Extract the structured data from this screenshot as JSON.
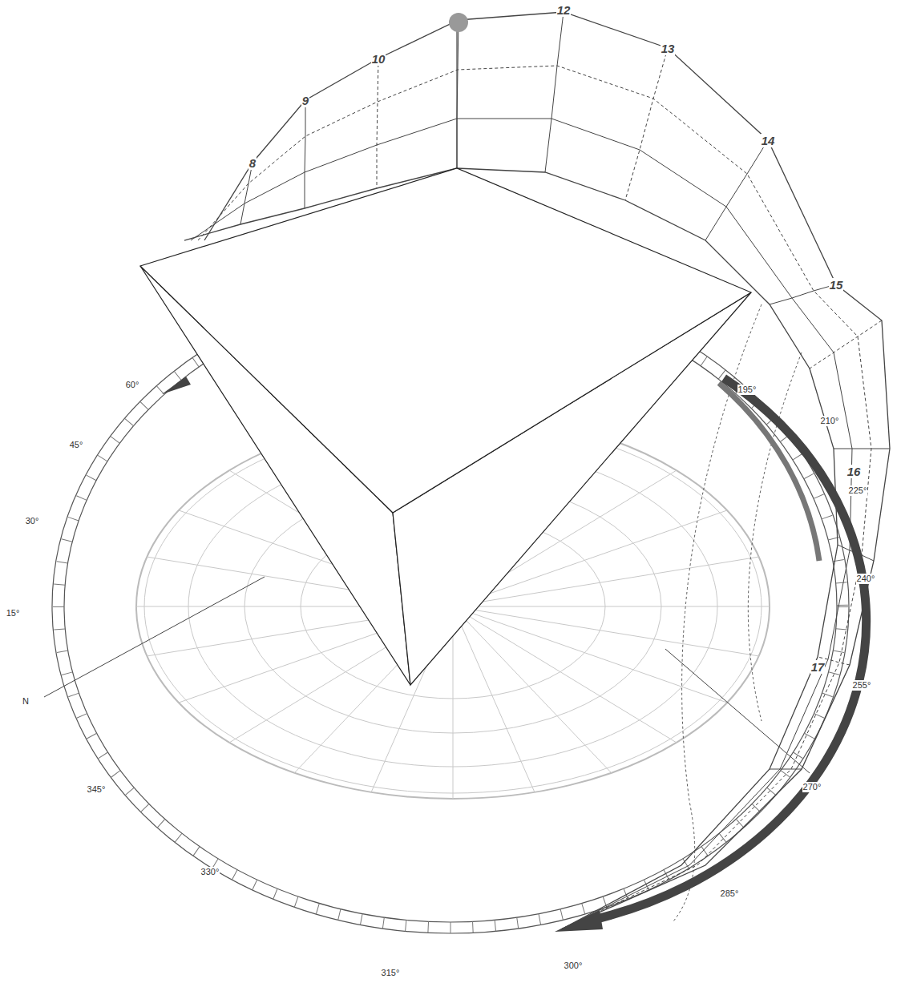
{
  "diagram": {
    "labels": [
      "8",
      "9",
      "10",
      "12",
      "13",
      "14",
      "15",
      "16",
      "17",
      "60°",
      "45°",
      "30°",
      "15°",
      "N",
      "345°",
      "330°",
      "315°",
      "300°",
      "285°",
      "270°",
      "255°",
      "240°",
      "225°",
      "210°",
      "195°"
    ]
  }
}
